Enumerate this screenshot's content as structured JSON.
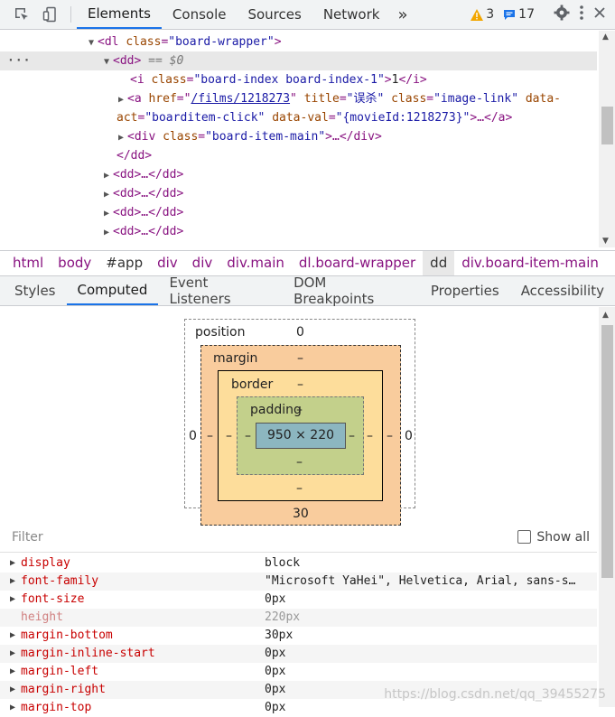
{
  "toolbar": {
    "tabs": [
      "Elements",
      "Console",
      "Sources",
      "Network"
    ],
    "more": "»",
    "warnings": "3",
    "messages": "17"
  },
  "dom": {
    "lines": {
      "l1": {
        "open": "<dl",
        "attr": "class",
        "val": "\"board-wrapper\"",
        "close": ">"
      },
      "l2": {
        "tag": "<dd>",
        "eq": "== $0"
      },
      "l3": {
        "open": "<i",
        "attr": "class",
        "val": "\"board-index board-index-1\"",
        "mid": ">",
        "text": "1",
        "close": "</i>"
      },
      "l4a": {
        "open": "<a",
        "attr1": "href",
        "val1": "/films/1218273",
        "attr2": "title",
        "val2": "\"误杀\"",
        "attr3": "class",
        "val3": "\"image-link\"",
        "attr4": "data-"
      },
      "l4b": {
        "attr": "act",
        "val": "\"boarditem-click\"",
        "attr2": "data-val",
        "val2": "\"{movieId:1218273}\"",
        "close": ">…</a>"
      },
      "l5": {
        "open": "<div",
        "attr": "class",
        "val": "\"board-item-main\"",
        "close": ">…</div>"
      },
      "l6": {
        "tag": "</dd>"
      },
      "collapsed": [
        "<dd>…</dd>",
        "<dd>…</dd>",
        "<dd>…</dd>",
        "<dd>…</dd>"
      ]
    }
  },
  "breadcrumbs": [
    "html",
    "body",
    "#app",
    "div",
    "div",
    "div.main",
    "dl.board-wrapper",
    "dd",
    "div.board-item-main"
  ],
  "subtabs": [
    "Styles",
    "Computed",
    "Event Listeners",
    "DOM Breakpoints",
    "Properties",
    "Accessibility"
  ],
  "boxmodel": {
    "position_label": "position",
    "position_value": "0",
    "margin_label": "margin",
    "margin_top": "–",
    "margin_bottom": "30",
    "margin_left": "–",
    "margin_right": "–",
    "border_label": "border",
    "border_top": "–",
    "border_bottom": "–",
    "border_left": "–",
    "border_right": "–",
    "padding_label": "padding",
    "padding_top": "–",
    "padding_bottom": "–",
    "padding_left": "–",
    "padding_right": "–",
    "pos_left": "0",
    "pos_right": "0",
    "content": "950 × 220"
  },
  "filter": {
    "placeholder": "Filter",
    "show_all": "Show all"
  },
  "computed": [
    {
      "name": "display",
      "value": "block"
    },
    {
      "name": "font-family",
      "value": "\"Microsoft YaHei\", Helvetica, Arial, sans-s…"
    },
    {
      "name": "font-size",
      "value": "0px"
    },
    {
      "name": "height",
      "value": "220px"
    },
    {
      "name": "margin-bottom",
      "value": "30px"
    },
    {
      "name": "margin-inline-start",
      "value": "0px"
    },
    {
      "name": "margin-left",
      "value": "0px"
    },
    {
      "name": "margin-right",
      "value": "0px"
    },
    {
      "name": "margin-top",
      "value": "0px"
    }
  ],
  "watermark": "https://blog.csdn.net/qq_39455275"
}
